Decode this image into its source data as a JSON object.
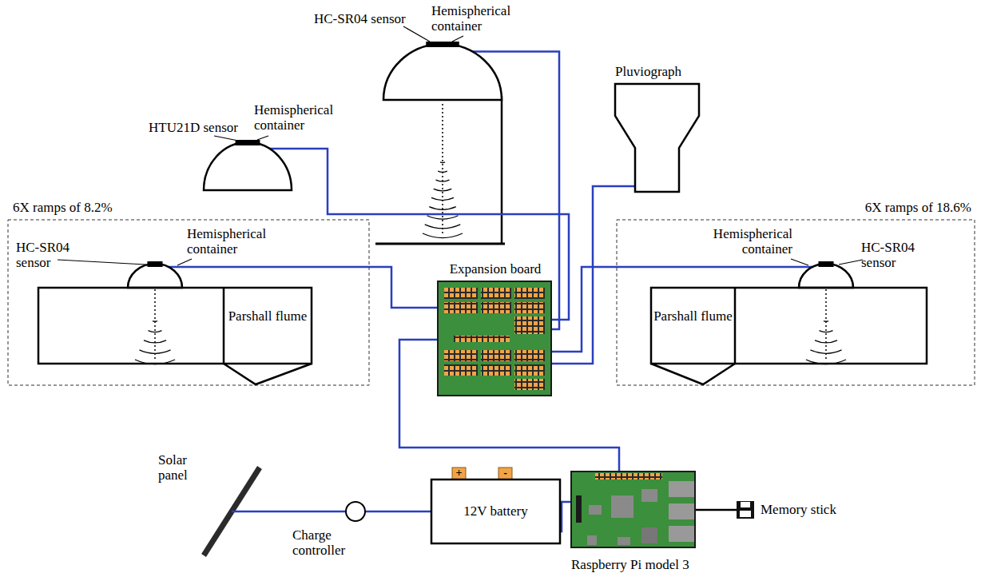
{
  "diagram": {
    "nodes": [
      {
        "text": [
          "Hemispherical container"
        ]
      },
      {
        "text": [
          "Pluviograph"
        ]
      },
      {
        "text": [
          "Hemispherical container"
        ]
      },
      {
        "text": [
          "6X ramps of 8.2%"
        ]
      },
      {
        "text": [
          "Hemispherical container"
        ],
        "in": 3
      },
      {
        "text": [
          "Parshall flume"
        ],
        "in": 3
      },
      {
        "text": [
          "Expansion board"
        ]
      },
      {
        "text": [
          "6X ramps of 18.6%"
        ]
      },
      {
        "text": [
          "Hemispherical container"
        ],
        "in": 7
      },
      {
        "text": [
          "Parshall flume"
        ],
        "in": 7
      },
      {
        "text": [
          "Solar panel"
        ]
      },
      {
        "text": [
          "Charge controller"
        ]
      },
      {
        "text": [
          "12V battery"
        ]
      },
      {
        "text": [
          "Raspberry Pi model 3"
        ]
      },
      {
        "text": [
          "Memory stick"
        ]
      }
    ],
    "edges": [
      {
        "from": 4,
        "to": 6,
        "arrow": "none"
      },
      {
        "from": 2,
        "to": 6,
        "arrow": "none"
      },
      {
        "from": 0,
        "to": 6,
        "arrow": "none"
      },
      {
        "from": 1,
        "to": 6,
        "arrow": "none"
      },
      {
        "from": 8,
        "to": 6,
        "arrow": "none"
      },
      {
        "from": 6,
        "to": 13,
        "arrow": "none"
      },
      {
        "from": 10,
        "to": 11,
        "arrow": "none"
      },
      {
        "from": 11,
        "to": 12,
        "arrow": "none"
      },
      {
        "from": 12,
        "to": 13,
        "arrow": "none"
      },
      {
        "from": 13,
        "to": 14,
        "arrow": "none"
      }
    ],
    "labels": [
      "HC-SR04 sensor",
      "HTU21D sensor",
      "HC-SR04 sensor",
      "HC-SR04 sensor",
      "+",
      "-"
    ]
  }
}
